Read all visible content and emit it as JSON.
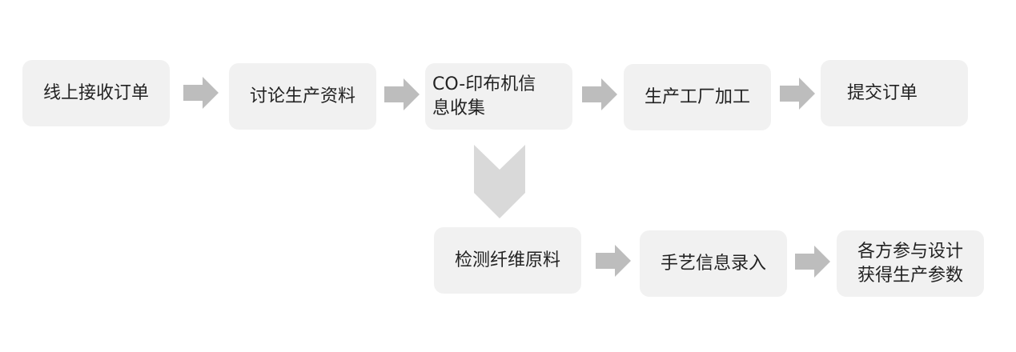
{
  "diagram": {
    "title": "",
    "row1": [
      {
        "id": "step-1",
        "label": "线上接收订单"
      },
      {
        "id": "step-2",
        "label": "讨论生产资料"
      },
      {
        "id": "step-3",
        "label": "CO-印布机信\n息收集"
      },
      {
        "id": "step-4",
        "label": "生产工厂加工"
      },
      {
        "id": "step-5",
        "label": "提交订单"
      }
    ],
    "row2": [
      {
        "id": "step-6",
        "label": "检测纤维原料"
      },
      {
        "id": "step-7",
        "label": "手艺信息录入"
      },
      {
        "id": "step-8",
        "label": "各方参与设计\n获得生产参数"
      }
    ],
    "connectors": [
      {
        "from": "step-1",
        "to": "step-2",
        "direction": "right"
      },
      {
        "from": "step-2",
        "to": "step-3",
        "direction": "right"
      },
      {
        "from": "step-3",
        "to": "step-4",
        "direction": "right"
      },
      {
        "from": "step-4",
        "to": "step-5",
        "direction": "right"
      },
      {
        "from": "step-3",
        "to": "step-6",
        "direction": "down"
      },
      {
        "from": "step-6",
        "to": "step-7",
        "direction": "right"
      },
      {
        "from": "step-7",
        "to": "step-8",
        "direction": "right"
      }
    ],
    "colors": {
      "box_fill": "#f1f1f1",
      "arrow_fill": "#bdbdbd",
      "chevron_fill": "#d9d9d9",
      "text": "#222222"
    }
  }
}
